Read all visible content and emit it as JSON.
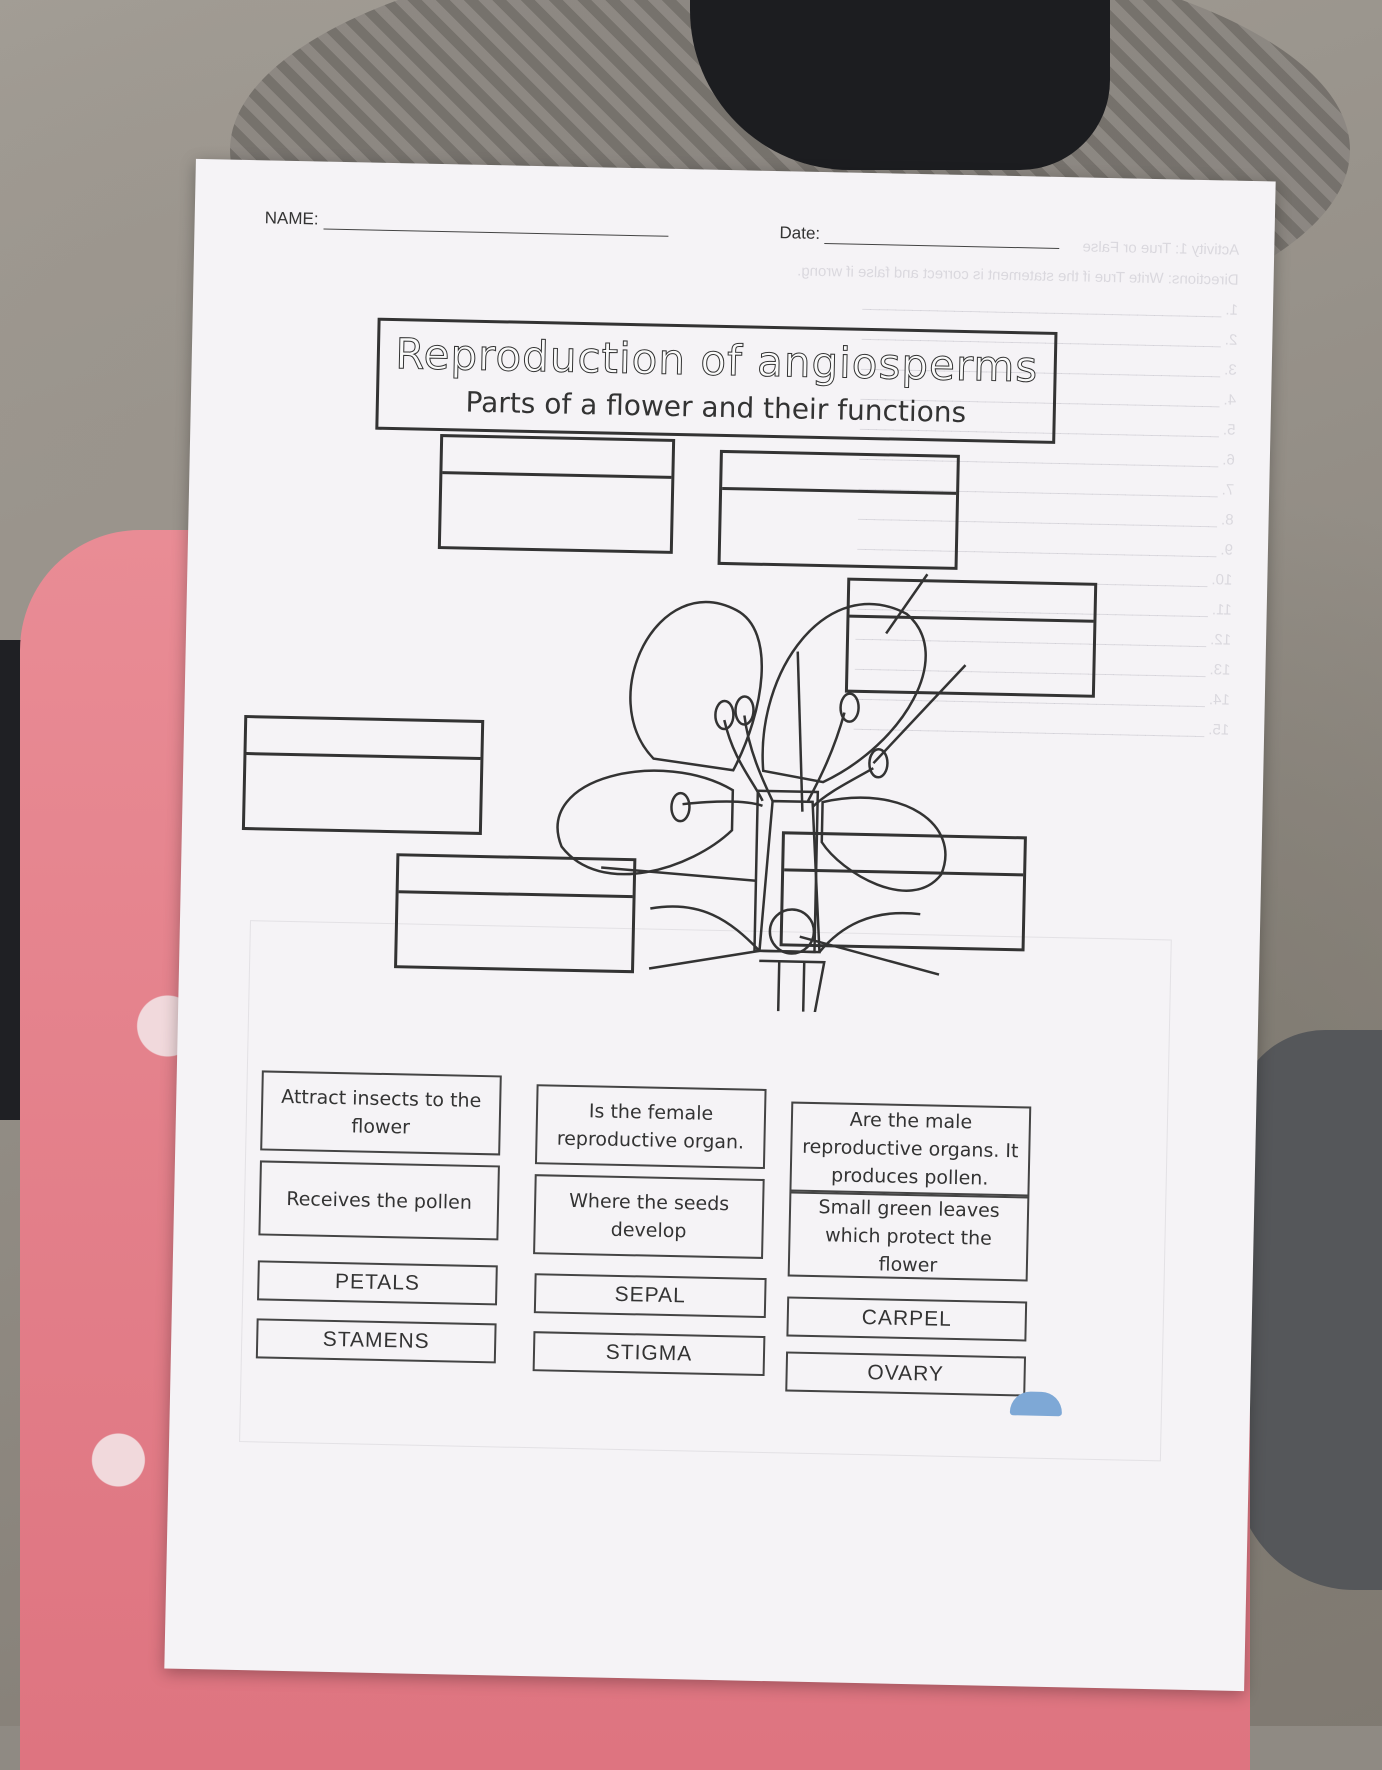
{
  "header": {
    "name_label": "NAME:",
    "date_label": "Date:"
  },
  "title": {
    "main": "Reproduction of angiosperms",
    "subtitle": "Parts of a flower and their functions"
  },
  "function_cards": [
    "Attract insects to the flower",
    "Is the female reproductive organ.",
    "Are the male reproductive organs. It produces pollen.",
    "Receives the pollen",
    "Where the seeds develop",
    "Small green leaves which protect the flower"
  ],
  "part_names": [
    "PETALS",
    "SEPAL",
    "CARPEL",
    "STAMENS",
    "STIGMA",
    "OVARY"
  ],
  "colors": {
    "paper": "#f5f3f6",
    "ink": "#333333",
    "towel": "#e07b86"
  }
}
